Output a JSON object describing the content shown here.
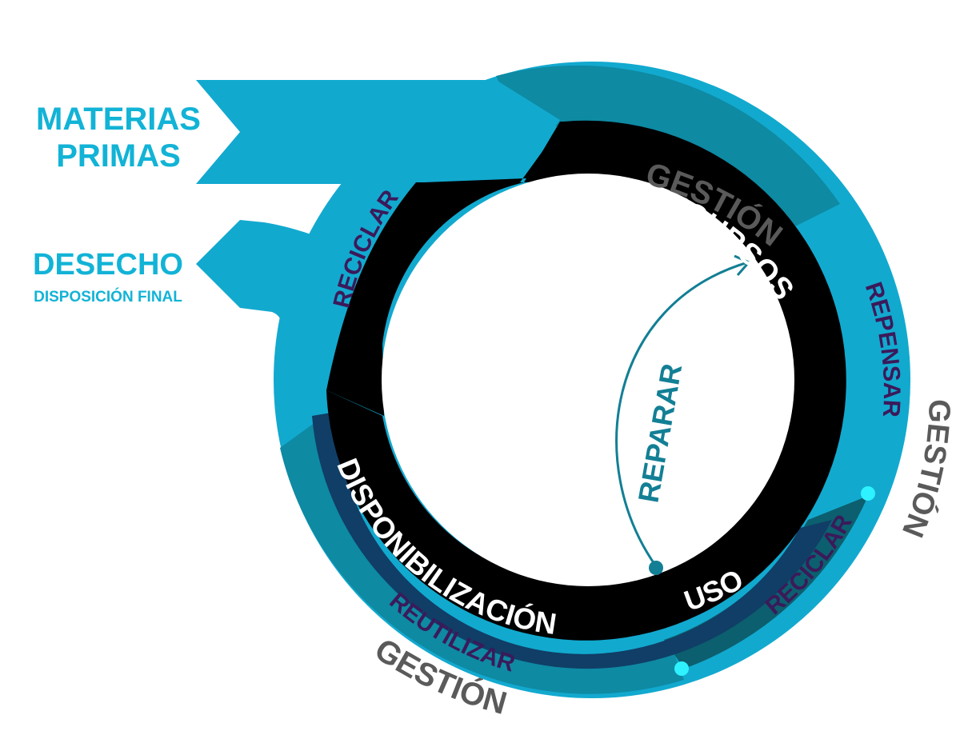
{
  "inputs": {
    "materias_line1": "MATERIAS",
    "materias_line2": "PRIMAS",
    "desecho": "DESECHO",
    "disposicion": "DISPOSICIÓN FINAL"
  },
  "cycle": {
    "recursos": "RECURSOS",
    "disponibilizacion": "DISPONIBILIZACIÓN",
    "uso": "USO",
    "reparar": "REPARAR"
  },
  "actions": {
    "reciclar_left": "RECICLAR",
    "repensar": "REPENSAR",
    "reciclar_right": "RECICLAR",
    "reutilizar": "REUTILIZAR"
  },
  "gestion": {
    "top": "GESTIÓN",
    "right": "GESTIÓN",
    "bottom": "GESTIÓN"
  },
  "colors": {
    "cyan": "#12a9cf",
    "teal": "#0e8aa3",
    "dark_teal": "#0c5f6e",
    "navy": "#103e66",
    "black": "#000000",
    "text_cyan": "#12b3d6",
    "text_gray": "#5a5a5a",
    "text_purple": "#3b1a5a",
    "dot": "#2ef2ff"
  }
}
